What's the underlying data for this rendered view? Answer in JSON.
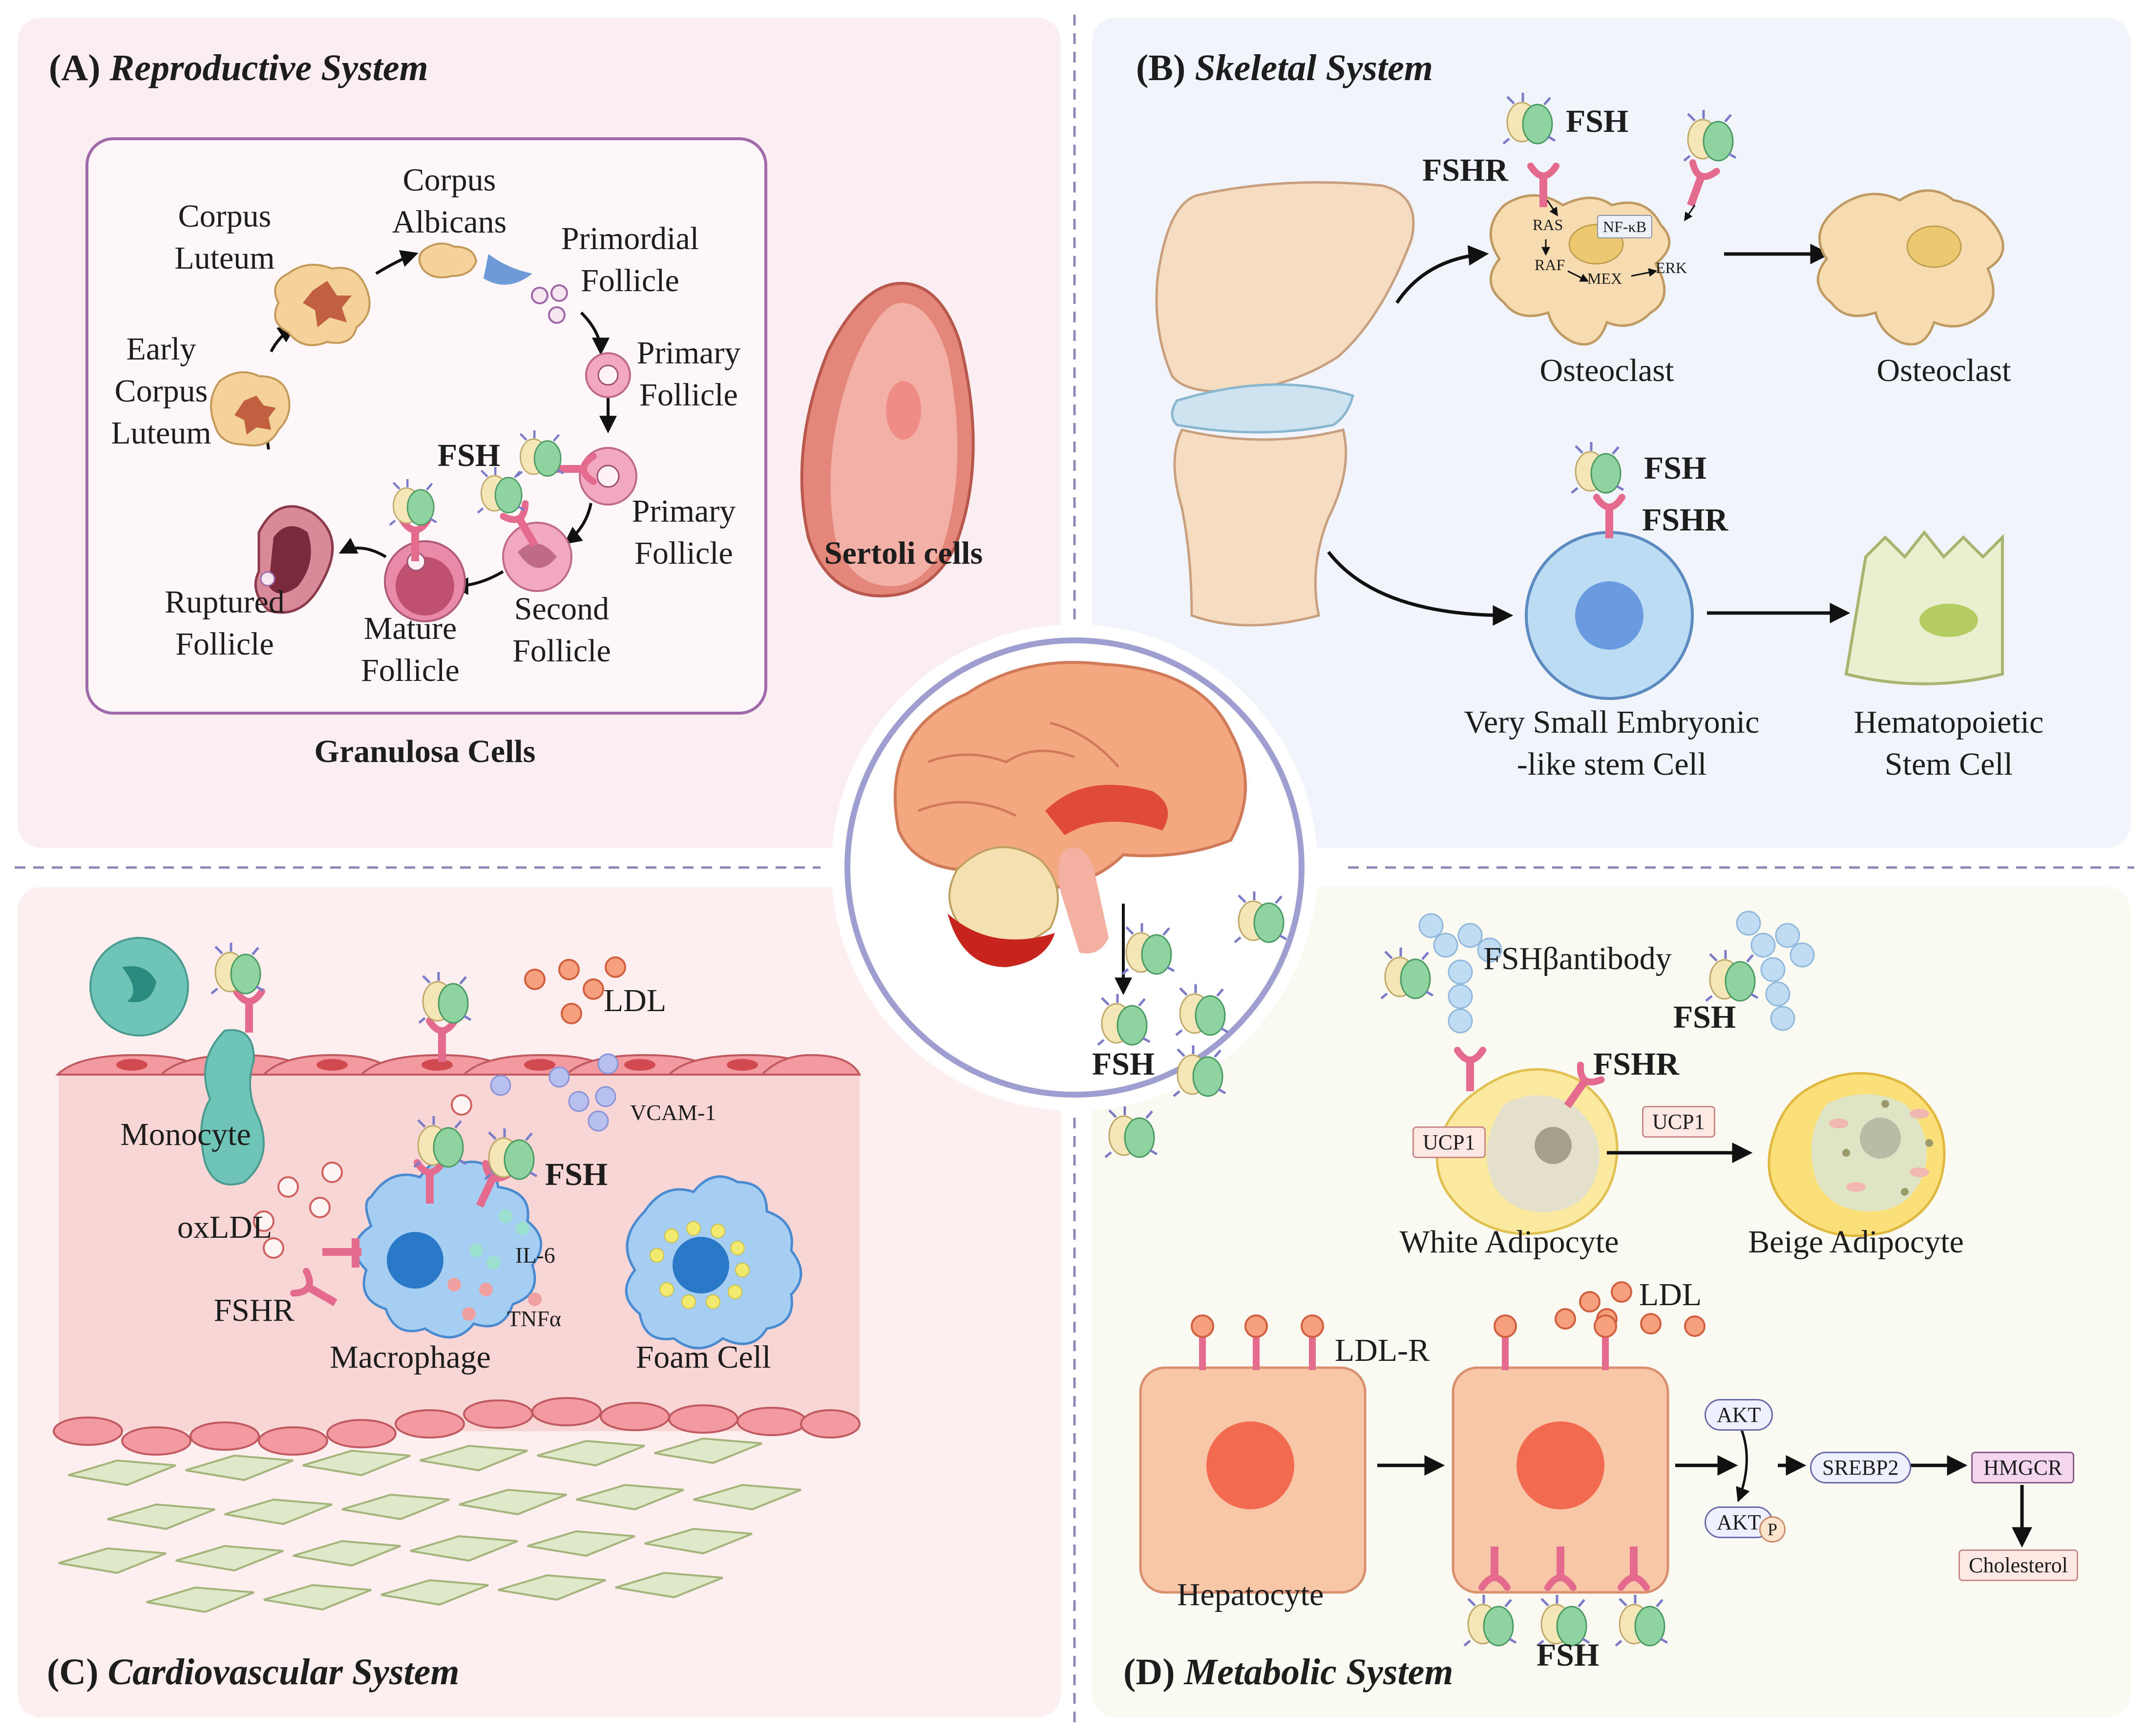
{
  "panels": {
    "a": {
      "letter": "(A)",
      "name": "Reproductive System"
    },
    "b": {
      "letter": "(B)",
      "name": "Skeletal System"
    },
    "c": {
      "letter": "(C)",
      "name": "Cardiovascular System"
    },
    "d": {
      "letter": "(D)",
      "name": "Metabolic System"
    }
  },
  "repro": {
    "corpus_luteum": "Corpus\nLuteum",
    "corpus_albicans": "Corpus\nAlbicans",
    "primordial": "Primordial\nFollicle",
    "primary1": "Primary\nFollicle",
    "primary2": "Primary\nFollicle",
    "early_cl": "Early\nCorpus\nLuteum",
    "fsh": "FSH",
    "ruptured": "Ruptured\nFollicle",
    "mature": "Mature\nFollicle",
    "second": "Second\nFollicle",
    "granulosa": "Granulosa Cells",
    "sertoli": "Sertoli cells"
  },
  "skeletal": {
    "fsh1": "FSH",
    "fshr1": "FSHR",
    "ras": "RAS",
    "raf": "RAF",
    "mex": "MEX",
    "erk": "ERK",
    "nfkb": "NF-κB",
    "osteoclast1": "Osteoclast",
    "osteoclast2": "Osteoclast",
    "fsh2": "FSH",
    "fshr2": "FSHR",
    "vsel": "Very Small Embryonic\n-like stem Cell",
    "hsc": "Hematopoietic\nStem Cell"
  },
  "center": {
    "fsh": "FSH"
  },
  "cardio": {
    "ldl": "LDL",
    "monocyte": "Monocyte",
    "vcam": "VCAM-1",
    "fsh": "FSH",
    "oxldl": "oxLDL",
    "il6": "IL-6",
    "fshr": "FSHR",
    "tnf": "TNFα",
    "macrophage": "Macrophage",
    "foam": "Foam Cell"
  },
  "metabolic": {
    "antibody": "FSHβantibody",
    "fsh1": "FSH",
    "fshr": "FSHR",
    "ucp1a": "UCP1",
    "ucp1b": "UCP1",
    "white": "White Adipocyte",
    "beige": "Beige Adipocyte",
    "ldl": "LDL",
    "ldlr": "LDL-R",
    "akt": "AKT",
    "aktp": "AKT",
    "p": "P",
    "srebp2": "SREBP2",
    "hmgcr": "HMGCR",
    "chol": "Cholesterol",
    "hepatocyte": "Hepatocyte",
    "fsh2": "FSH"
  },
  "colors": {
    "panel_a": "#fbeef3",
    "panel_b": "#f1f5fb",
    "panel_c": "#fdeef0",
    "panel_d": "#fbfaf2",
    "divider": "#8c89b8",
    "receptor": "#e46a8e"
  }
}
